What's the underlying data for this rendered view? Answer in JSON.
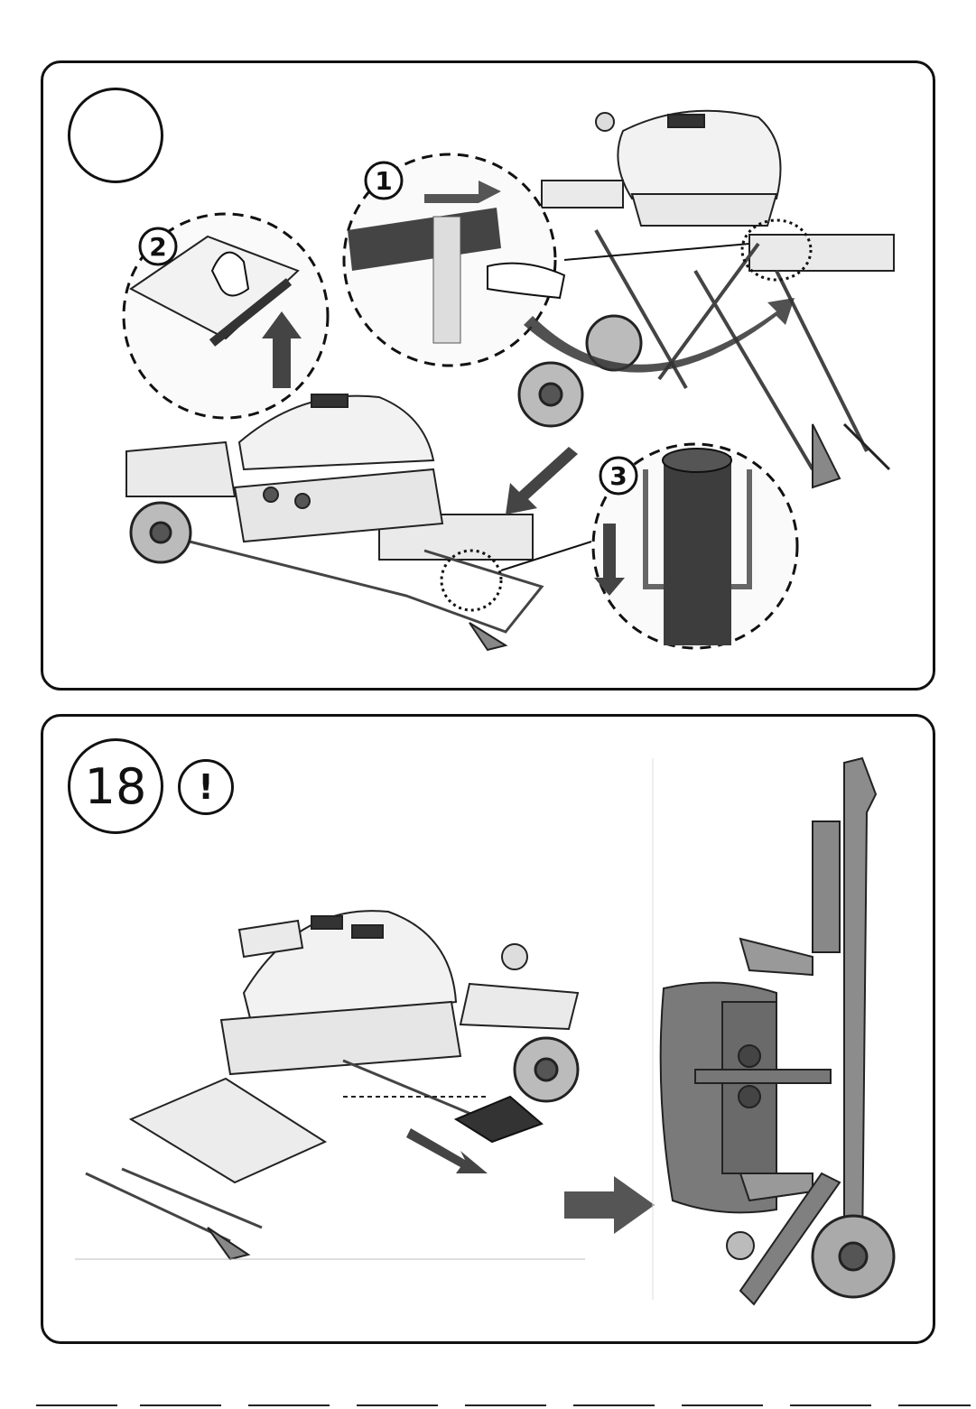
{
  "page": {
    "background": "#ffffff",
    "line_color": "#111111"
  },
  "panel_top": {
    "step_number": "",
    "substeps": [
      "1",
      "2",
      "3"
    ]
  },
  "panel_bottom": {
    "step_number": "18",
    "warning_icon": "exclamation-icon",
    "warning_symbol": "!"
  }
}
